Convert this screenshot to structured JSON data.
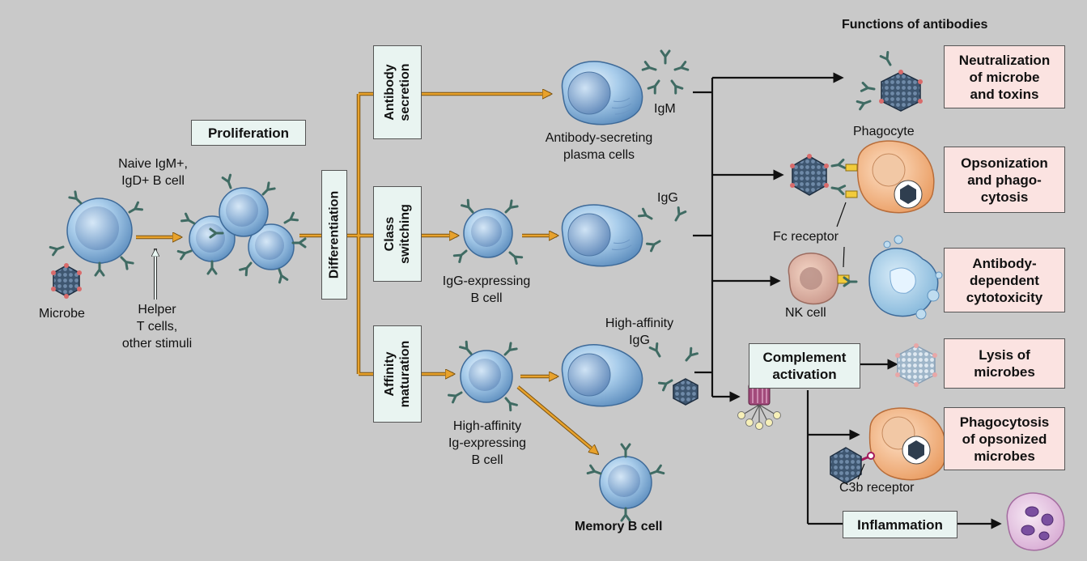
{
  "header": {
    "functions_title": "Functions of antibodies"
  },
  "labels": {
    "naive_b_cell": "Naive IgM+,\nIgD+ B cell",
    "microbe": "Microbe",
    "helper": "Helper\nT cells,\nother stimuli",
    "plasma_cells": "Antibody-secreting\nplasma cells",
    "igm": "IgM",
    "igg": "IgG",
    "igg_expressing": "IgG-expressing\nB cell",
    "high_affinity_igg": "High-affinity\nIgG",
    "high_affinity_ig_expressing": "High-affinity\nIg-expressing\nB cell",
    "memory_b_cell": "Memory B cell",
    "phagocyte": "Phagocyte",
    "fc_receptor": "Fc receptor",
    "nk_cell": "NK cell",
    "c3b_receptor": "C3b receptor"
  },
  "process_boxes": {
    "proliferation": "Proliferation",
    "differentiation": "Differentiation",
    "antibody_secretion": "Antibody\nsecretion",
    "class_switching": "Class\nswitching",
    "affinity_maturation": "Affinity\nmaturation",
    "complement_activation": "Complement\nactivation",
    "inflammation": "Inflammation"
  },
  "functions": {
    "neutralization": "Neutralization\nof microbe\nand toxins",
    "opsonization": "Opsonization\nand phago-\ncytosis",
    "adcc": "Antibody-\ndependent\ncytotoxicity",
    "lysis": "Lysis of\nmicrobes",
    "phagocytosis_opsonized": "Phagocytosis\nof opsonized\nmicrobes"
  },
  "colors": {
    "background": "#c9c9c9",
    "box_fill": "#e9f4f1",
    "function_box_fill": "#fbe3e1",
    "orange_arrow": "#e8a22c",
    "black_arrow": "#111111",
    "b_cell": "#a9cdeb",
    "antibody": "#3f6b63",
    "phagocyte": "#f4b98a",
    "microbe": "#3e5670"
  }
}
